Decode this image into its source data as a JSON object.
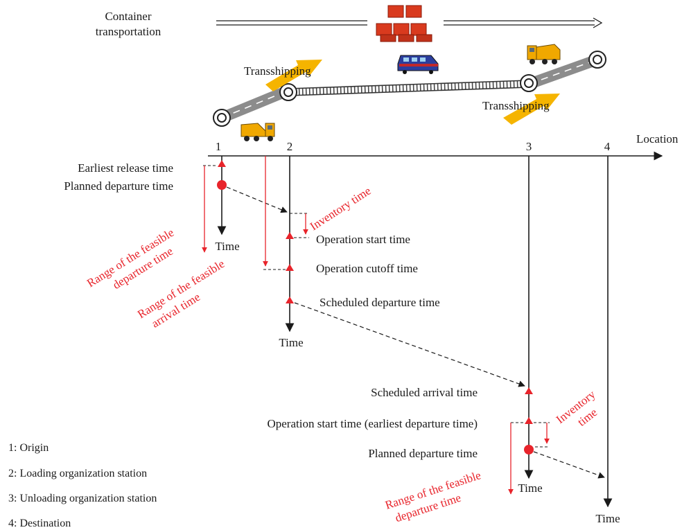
{
  "header": {
    "container_line1": "Container",
    "container_line2": "transportation",
    "transship_left": "Transshipping",
    "transship_right": "Transshipping"
  },
  "axis": {
    "location_label": "Location",
    "nodes": [
      "1",
      "2",
      "3",
      "4"
    ],
    "time_label": "Time"
  },
  "events": {
    "earliest_release": "Earliest release time",
    "planned_departure_1": "Planned departure time",
    "op_start_2": "Operation start time",
    "op_cutoff_2": "Operation cutoff time",
    "sched_departure_2": "Scheduled departure time",
    "sched_arrival_3": "Scheduled arrival time",
    "op_start_3": "Operation start time (earliest departure time)",
    "planned_departure_3": "Planned departure time"
  },
  "annotations": {
    "inventory_2": "Inventory time",
    "inventory_3_line1": "Inventory",
    "inventory_3_line2": "time",
    "range_dep1_line1": "Range of the feasible",
    "range_dep1_line2": "departure time",
    "range_arr_line1": "Range of the feasible",
    "range_arr_line2": "arrival time",
    "range_dep3_line1": "Range of the feasible",
    "range_dep3_line2": "departure time"
  },
  "legend": [
    "1: Origin",
    "2: Loading organization station",
    "3: Unloading organization station",
    "4: Destination"
  ],
  "colors": {
    "accent_red": "#e8242b",
    "road_gray": "#8c8c8c",
    "rail_dark": "#333333",
    "arrow_yellow": "#f5b400",
    "truck_yellow": "#f0a800",
    "container_red": "#d93a1e",
    "train_blue": "#2b3e9e"
  }
}
